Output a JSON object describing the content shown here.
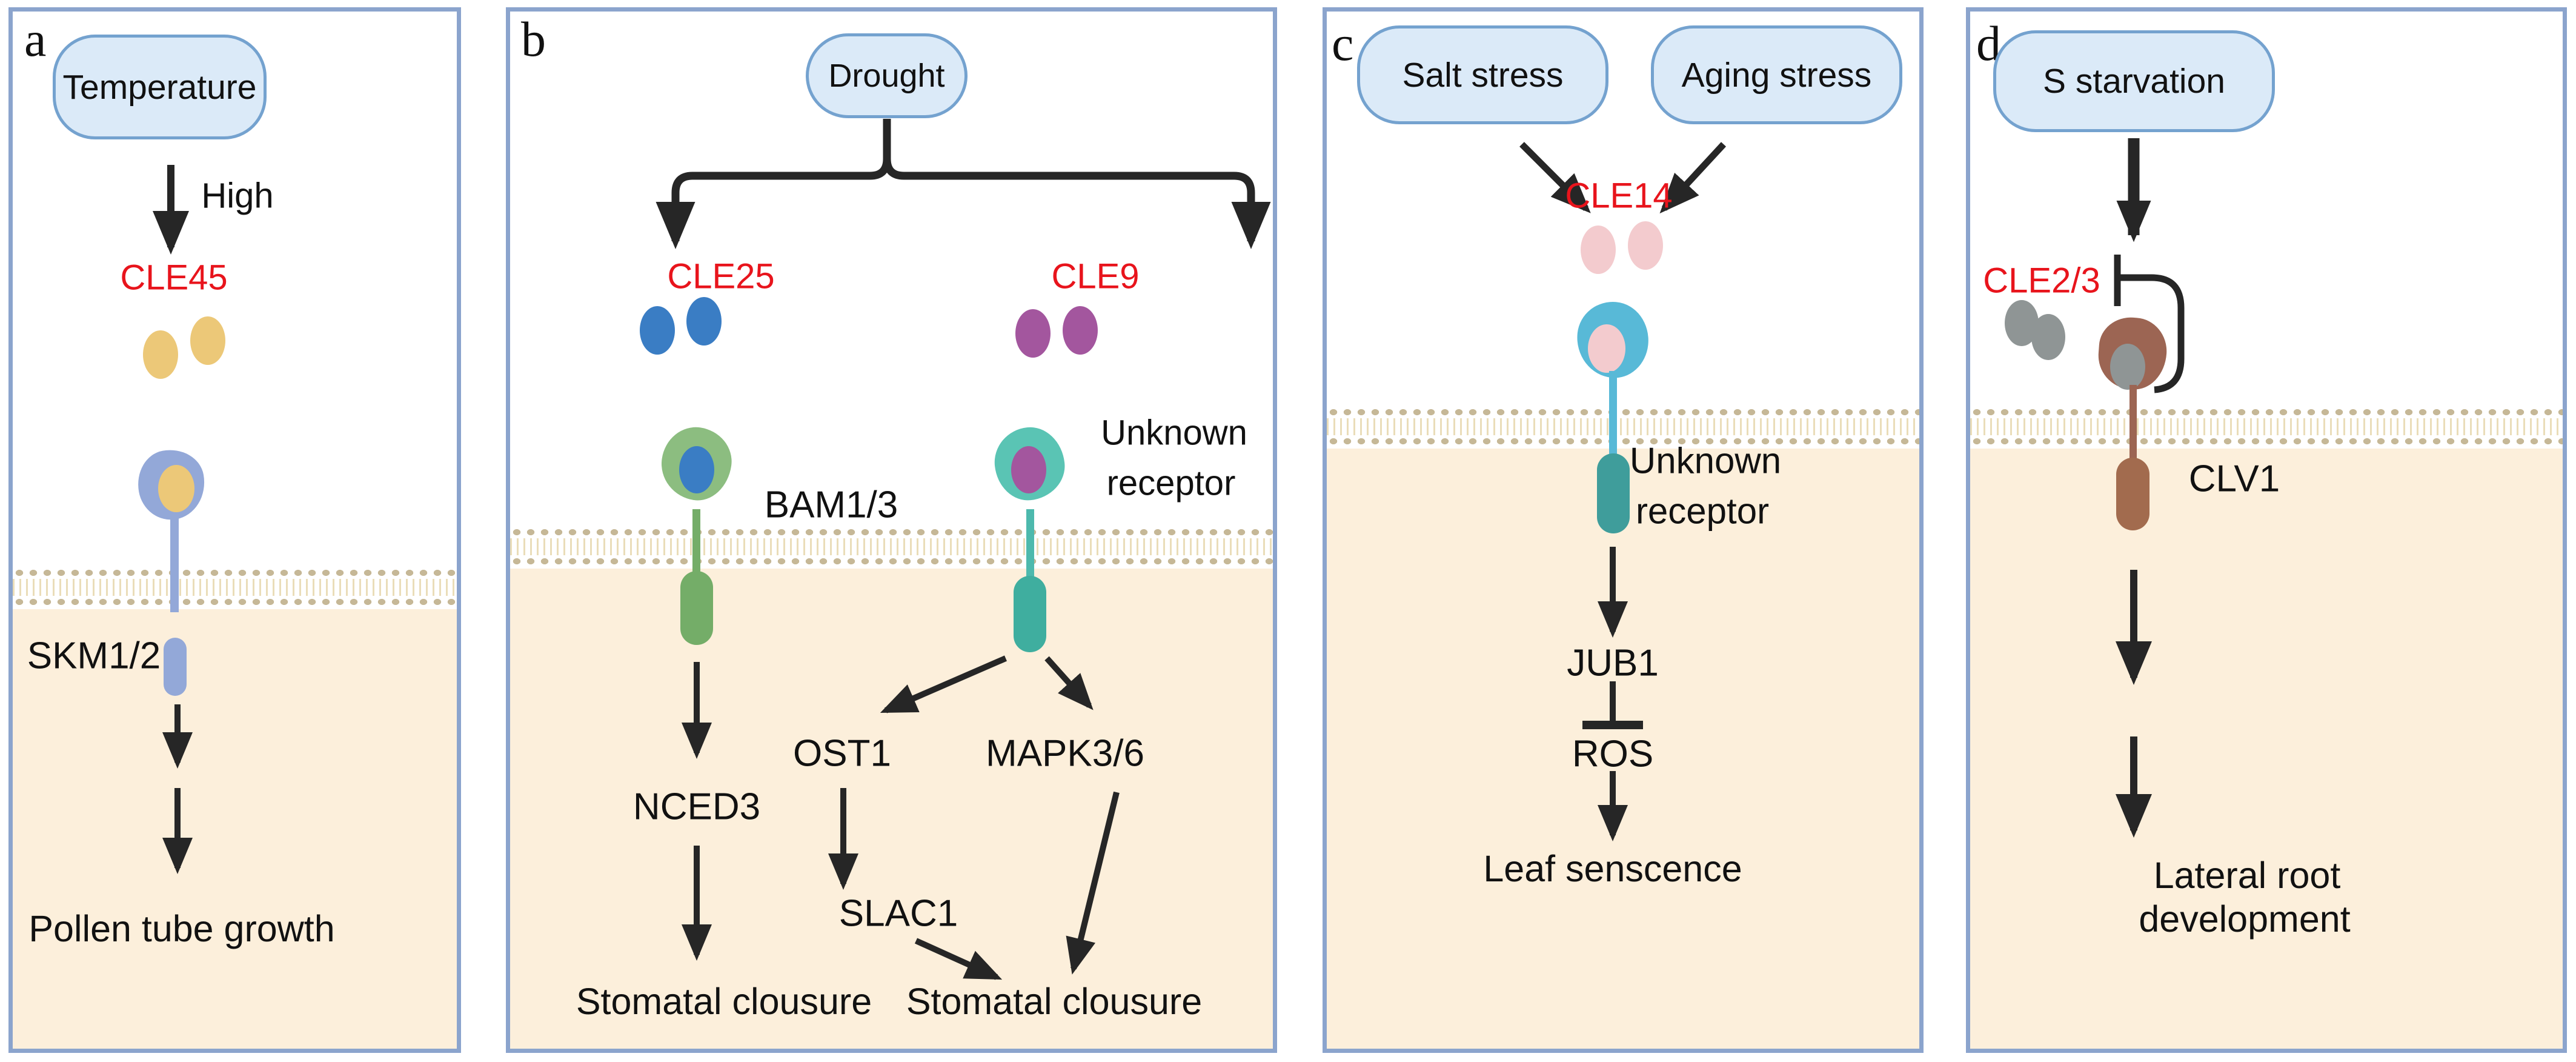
{
  "figure": {
    "description": "CLE peptide signaling pathways under abiotic stress",
    "panel_count": 4
  },
  "colors": {
    "panel_border": "#8ba4cd",
    "pill_fill": "#dbeaf8",
    "pill_border": "#74a2cf",
    "cle_red": "#e8141c",
    "text_black": "#111111",
    "arrow_black": "#262626",
    "membrane_bead": "#c6b897",
    "membrane_tail": "#eaddb9",
    "cell_interior": "#fcefdb",
    "peptide_yellow": "#ecc878",
    "peptide_blue": "#3a7dc4",
    "peptide_purple": "#a3569e",
    "peptide_pink": "#f3cbce",
    "peptide_gray": "#8f9595",
    "receptor_a": "#93a8d8",
    "receptor_b_green": "#8cbd80",
    "receptor_b_green_dark": "#74ad68",
    "receptor_b_teal": "#5ac4b4",
    "receptor_b_teal_dark": "#3fae9f",
    "receptor_c_blue": "#58b9d7",
    "receptor_c_teal_dark": "#3f9d9b",
    "receptor_d_brown": "#9c6553",
    "receptor_d_brown_dark": "#a26b4e"
  },
  "panels": {
    "a": {
      "letter": "a",
      "stimulus": "Temperature",
      "arrow_label": "High",
      "peptide": "CLE45",
      "receptor": "SKM1/2",
      "outcome": "Pollen tube growth"
    },
    "b": {
      "letter": "b",
      "stimulus": "Drought",
      "peptide_left": "CLE25",
      "peptide_right": "CLE9",
      "receptor_left": "BAM1/3",
      "receptor_right_line1": "Unknown",
      "receptor_right_line2": "receptor",
      "node_nced3": "NCED3",
      "node_ost1": "OST1",
      "node_slac1": "SLAC1",
      "node_mapk": "MAPK3/6",
      "outcome_left": "Stomatal clousure",
      "outcome_right": "Stomatal clousure"
    },
    "c": {
      "letter": "c",
      "stimulus_left": "Salt stress",
      "stimulus_right": "Aging stress",
      "peptide": "CLE14",
      "receptor_line1": "Unknown",
      "receptor_line2": "receptor",
      "node_jub1": "JUB1",
      "node_ros": "ROS",
      "outcome": "Leaf senscence"
    },
    "d": {
      "letter": "d",
      "stimulus": "S starvation",
      "peptide": "CLE2/3",
      "receptor": "CLV1",
      "outcome_line1": "Lateral root",
      "outcome_line2": "development"
    }
  }
}
